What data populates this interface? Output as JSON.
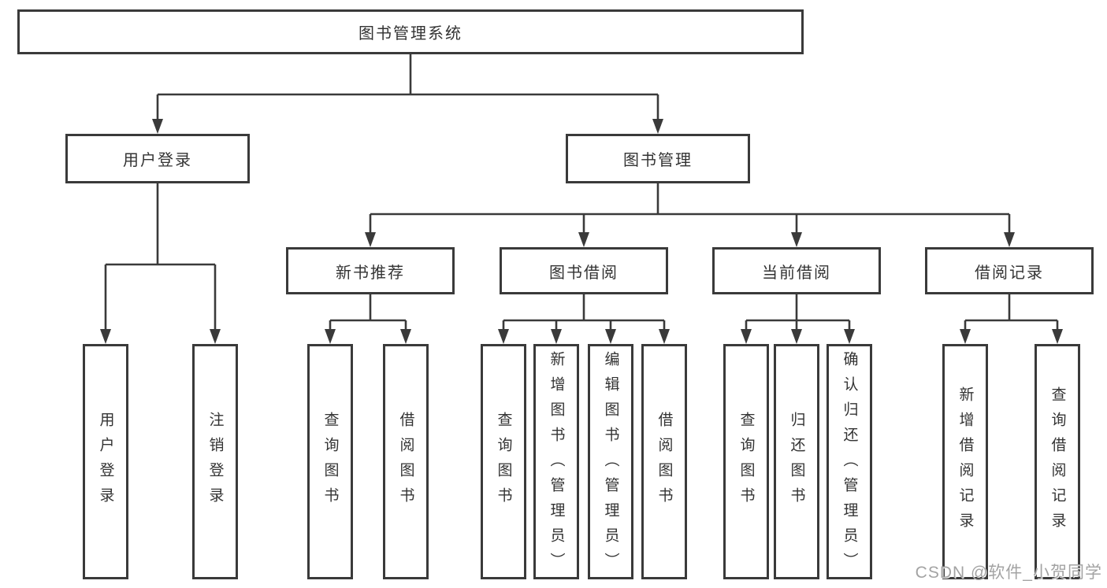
{
  "diagram": {
    "root": {
      "label": "图书管理系统"
    },
    "user_login": {
      "label": "用户登录",
      "children": [
        {
          "label": "用户登录"
        },
        {
          "label": "注销登录"
        }
      ]
    },
    "book_mgmt": {
      "label": "图书管理",
      "sections": [
        {
          "label": "新书推荐",
          "children": [
            {
              "label": "查询图书"
            },
            {
              "label": "借阅图书"
            }
          ]
        },
        {
          "label": "图书借阅",
          "children": [
            {
              "label": "查询图书"
            },
            {
              "label": "新增图书（管理员）"
            },
            {
              "label": "编辑图书（管理员）"
            },
            {
              "label": "借阅图书"
            }
          ]
        },
        {
          "label": "当前借阅",
          "children": [
            {
              "label": "查询图书"
            },
            {
              "label": "归还图书"
            },
            {
              "label": "确认归还（管理员）"
            }
          ]
        },
        {
          "label": "借阅记录",
          "children": [
            {
              "label": "新增借阅记录"
            },
            {
              "label": "查询借阅记录"
            }
          ]
        }
      ]
    }
  },
  "watermark": "CSDN @软件_小贺同学",
  "colors": {
    "line": "#3a3a3a",
    "text": "#333333",
    "background": "#ffffff",
    "watermark": "#a3a3a3"
  }
}
